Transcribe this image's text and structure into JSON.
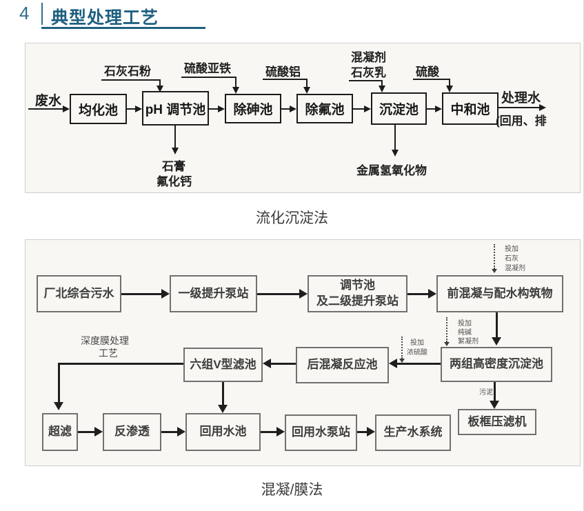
{
  "header": {
    "number": "4",
    "title": "典型处理工艺",
    "accent_color": "#1f6080"
  },
  "diagram1": {
    "caption": "流化沉淀法",
    "influent": "废水",
    "boxes": {
      "equalization": "均化池",
      "ph_adjust": "pH 调节池",
      "arsenic_removal": "除砷池",
      "fluoride_removal": "除氟池",
      "sedimentation": "沉淀池",
      "neutralization": "中和池"
    },
    "reagents": {
      "limestone_powder": "石灰石粉",
      "ferrous_sulfate": "硫酸亚铁",
      "aluminum_sulfate": "硫酸铝",
      "coagulant": "混凝剂",
      "lime_milk": "石灰乳",
      "sulfuric_acid": "硫酸"
    },
    "byproducts": {
      "gypsum": "石膏",
      "calcium_fluoride": "氟化钙",
      "metal_hydroxides": "金属氢氧化物"
    },
    "effluent": {
      "line1": "处理水",
      "line2": "(回用、排"
    }
  },
  "diagram2": {
    "caption": "混凝/膜法",
    "boxes": {
      "raw_wastewater": "厂北综合污水",
      "primary_pump": "一级提升泵站",
      "regulating_line1": "调节池",
      "regulating_line2": "及二级提升泵站",
      "pre_coagulation": "前混凝与配水构筑物",
      "high_density_sedimentation": "两组高密度沉淀池",
      "post_coagulation": "后混凝反应池",
      "v_filter": "六组V型滤池",
      "ultrafiltration": "超滤",
      "reverse_osmosis": "反渗透",
      "reuse_pool": "回用水池",
      "reuse_pump": "回用水泵站",
      "production_water": "生产水系统",
      "filter_press": "板框压滤机"
    },
    "annotations": {
      "dose_lime_l1": "投加",
      "dose_lime_l2": "石灰",
      "dose_lime_l3": "混凝剂",
      "dose_soda_l1": "投加",
      "dose_soda_l2": "纯碱",
      "dose_soda_l3": "絮凝剂",
      "dose_acid_l1": "投加",
      "dose_acid_l2": "浓硫酸",
      "sludge": "污泥",
      "deep_membrane_l1": "深度膜处理",
      "deep_membrane_l2": "工艺"
    }
  }
}
